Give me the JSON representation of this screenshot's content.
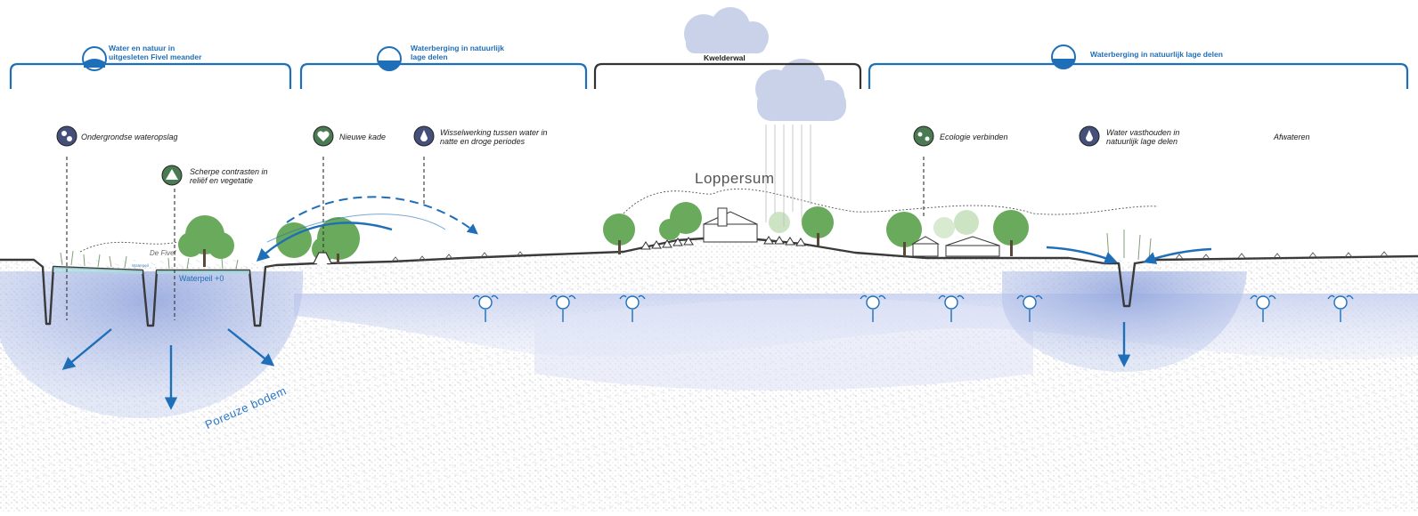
{
  "zones": [
    {
      "title": "Water en natuur in uitgesleten Fivel meander",
      "icon": "water-nature-icon"
    },
    {
      "title": "Waterberging in natuurlijk lage delen",
      "icon": "water-storage-icon"
    },
    {
      "title": "Kwelderwal"
    },
    {
      "title": "Waterberging in natuurlijk lage delen",
      "icon": "water-storage-icon"
    }
  ],
  "labels": [
    {
      "text": "Ondergrondse wateropslag",
      "icon": "underground-storage-icon"
    },
    {
      "text": "Scherpe contrasten in reliëf en vegetatie",
      "icon": "relief-vegetation-icon"
    },
    {
      "text": "Nieuwe kade",
      "icon": "heart-icon"
    },
    {
      "text": "Wisselwerking tussen water in natte en droge periodes",
      "icon": "water-drop-cycle-icon"
    },
    {
      "text": "Ecologie verbinden",
      "icon": "ecology-connect-icon"
    },
    {
      "text": "Water vasthouden in natuurlijk lage delen",
      "icon": "water-retain-icon"
    },
    {
      "text": "Afwateren"
    }
  ],
  "place": {
    "town": "Loppersum",
    "river": "De Fivel",
    "waterlevel": "Waterpeil +0",
    "waterlevel_small": "Waterpeil",
    "soil": "Poreuze bodem"
  },
  "colors": {
    "accent": "#1f6fb8",
    "green_icon": "#4a7a52",
    "ground_line": "#333333",
    "groundwater": "#b9c8ea"
  }
}
